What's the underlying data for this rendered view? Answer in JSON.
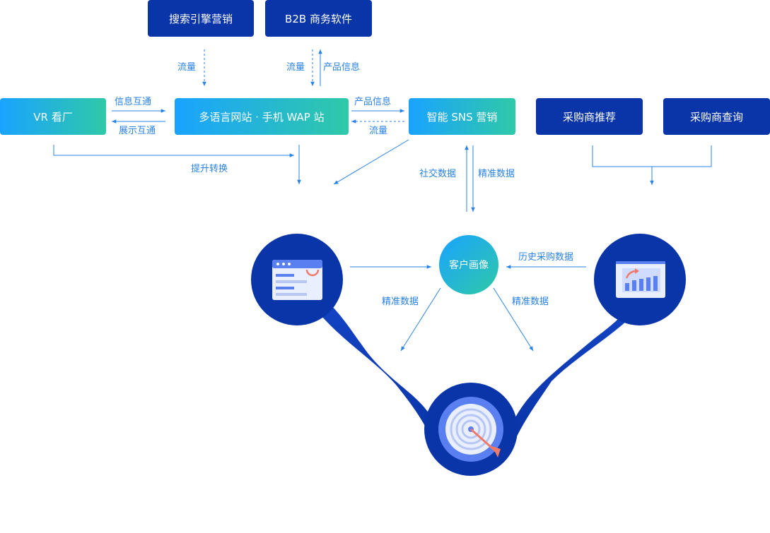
{
  "nodes": {
    "search_marketing": "搜索引擎营销",
    "b2b_software": "B2B 商务软件",
    "vr_factory": "VR 看厂",
    "multilang_site": "多语言网站 · 手机 WAP 站",
    "smart_sns": "智能 SNS 营销",
    "buyer_recommend": "采购商推荐",
    "buyer_query": "采购商查询",
    "customer_profile": "客户画像"
  },
  "edge_labels": {
    "traffic_1": "流量",
    "traffic_2": "流量",
    "product_info_1": "产品信息",
    "info_exchange": "信息互通",
    "display_exchange": "展示互通",
    "product_info_2": "产品信息",
    "traffic_3": "流量",
    "boost_conversion": "提升转换",
    "social_data": "社交数据",
    "precise_data_1": "精准数据",
    "history_purchase": "历史采购数据",
    "precise_data_2": "精准数据",
    "precise_data_3": "精准数据"
  },
  "colors": {
    "dark_blue": "#0a35a8",
    "gradient_start": "#1aa3ff",
    "gradient_end": "#2fc9a8",
    "arrow": "#2a82e4",
    "funnel": "#0a35a8"
  },
  "icons": [
    "browser-window-icon",
    "bar-chart-icon",
    "target-icon"
  ]
}
